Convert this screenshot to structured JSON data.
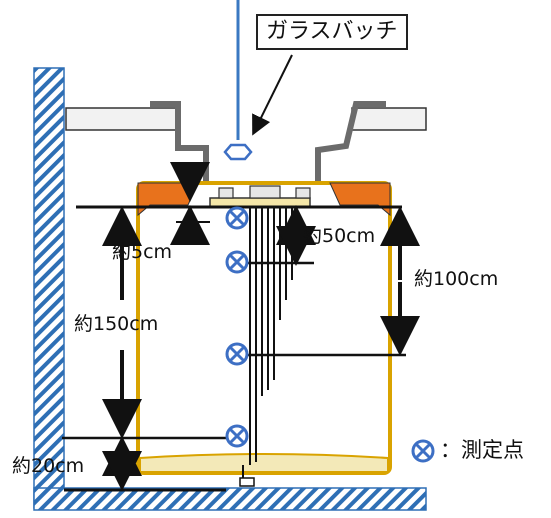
{
  "callout": {
    "label": "ガラスバッチ"
  },
  "dimensions": {
    "d5": "約5cm",
    "d50": "約50cm",
    "d100": "約100cm",
    "d150": "約150cm",
    "d20": "約20cm"
  },
  "legend": {
    "label": "：測定点",
    "icon": "measurement-point-symbol"
  },
  "colors": {
    "hatch": "#2e6fb5",
    "tank_rim": "#e8721c",
    "tank_wall": "#d9a300",
    "marker": "#3d6fc4",
    "line": "#111111",
    "steel": "#6b6b6b",
    "slab": "#f2f2f2",
    "wire": "#3a78c2"
  }
}
